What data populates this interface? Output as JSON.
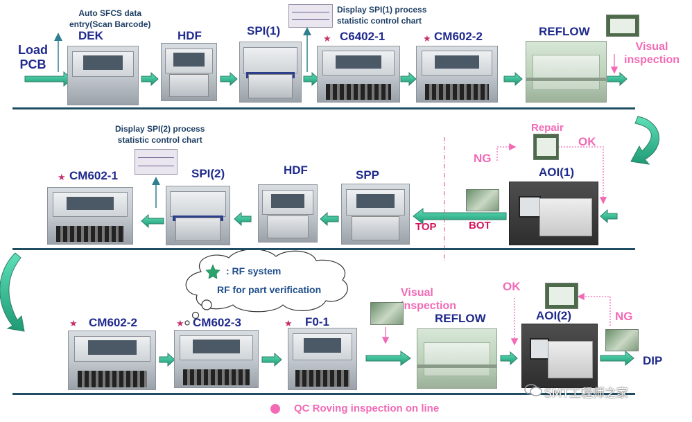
{
  "labels": {
    "load_pcb": "Load\nPCB",
    "auto_sfcs": "Auto SFCS data\nentry(Scan Barcode)",
    "dek": "DEK",
    "hdf_1": "HDF",
    "spi1": "SPI(1)",
    "spi1_chart": "Display SPI(1) process\nstatistic control chart",
    "c6402_1": "C6402-1",
    "cm602_2_top": "CM602-2",
    "reflow_1": "REFLOW",
    "visual_1": "Visual\ninspection",
    "spi2_chart": "Display SPI(2) process\nstatistic control chart",
    "repair": "Repair",
    "ok_1": "OK",
    "ng_1": "NG",
    "cm602_1": "CM602-1",
    "spi2": "SPI(2)",
    "hdf_2": "HDF",
    "spp": "SPP",
    "aoi1": "AOI(1)",
    "top": "TOP",
    "bot": "BOT",
    "legend_rf_system": ": RF system",
    "legend_rf_part": "RF for part verification",
    "visual_2": "Visual\ninspection",
    "ok_2": "OK",
    "cm602_2_bottom": "CM602-2",
    "cm602_3": "CM602-3",
    "f0_1": "F0-1",
    "reflow_2": "REFLOW",
    "aoi2": "AOI(2)",
    "ng_2": "NG",
    "dip": "DIP",
    "qc_roving": "QC Roving  inspection on line",
    "watermark": "SMT工程师之家"
  },
  "colors": {
    "machine_label": "#1f2a8c",
    "note_text": "#1f3f64",
    "pink": "#f26ab6",
    "red": "#d4145a",
    "arrow": "#2e9b7a",
    "arrow_fill": "#3cc7a0",
    "divider": "#1f4e62"
  }
}
